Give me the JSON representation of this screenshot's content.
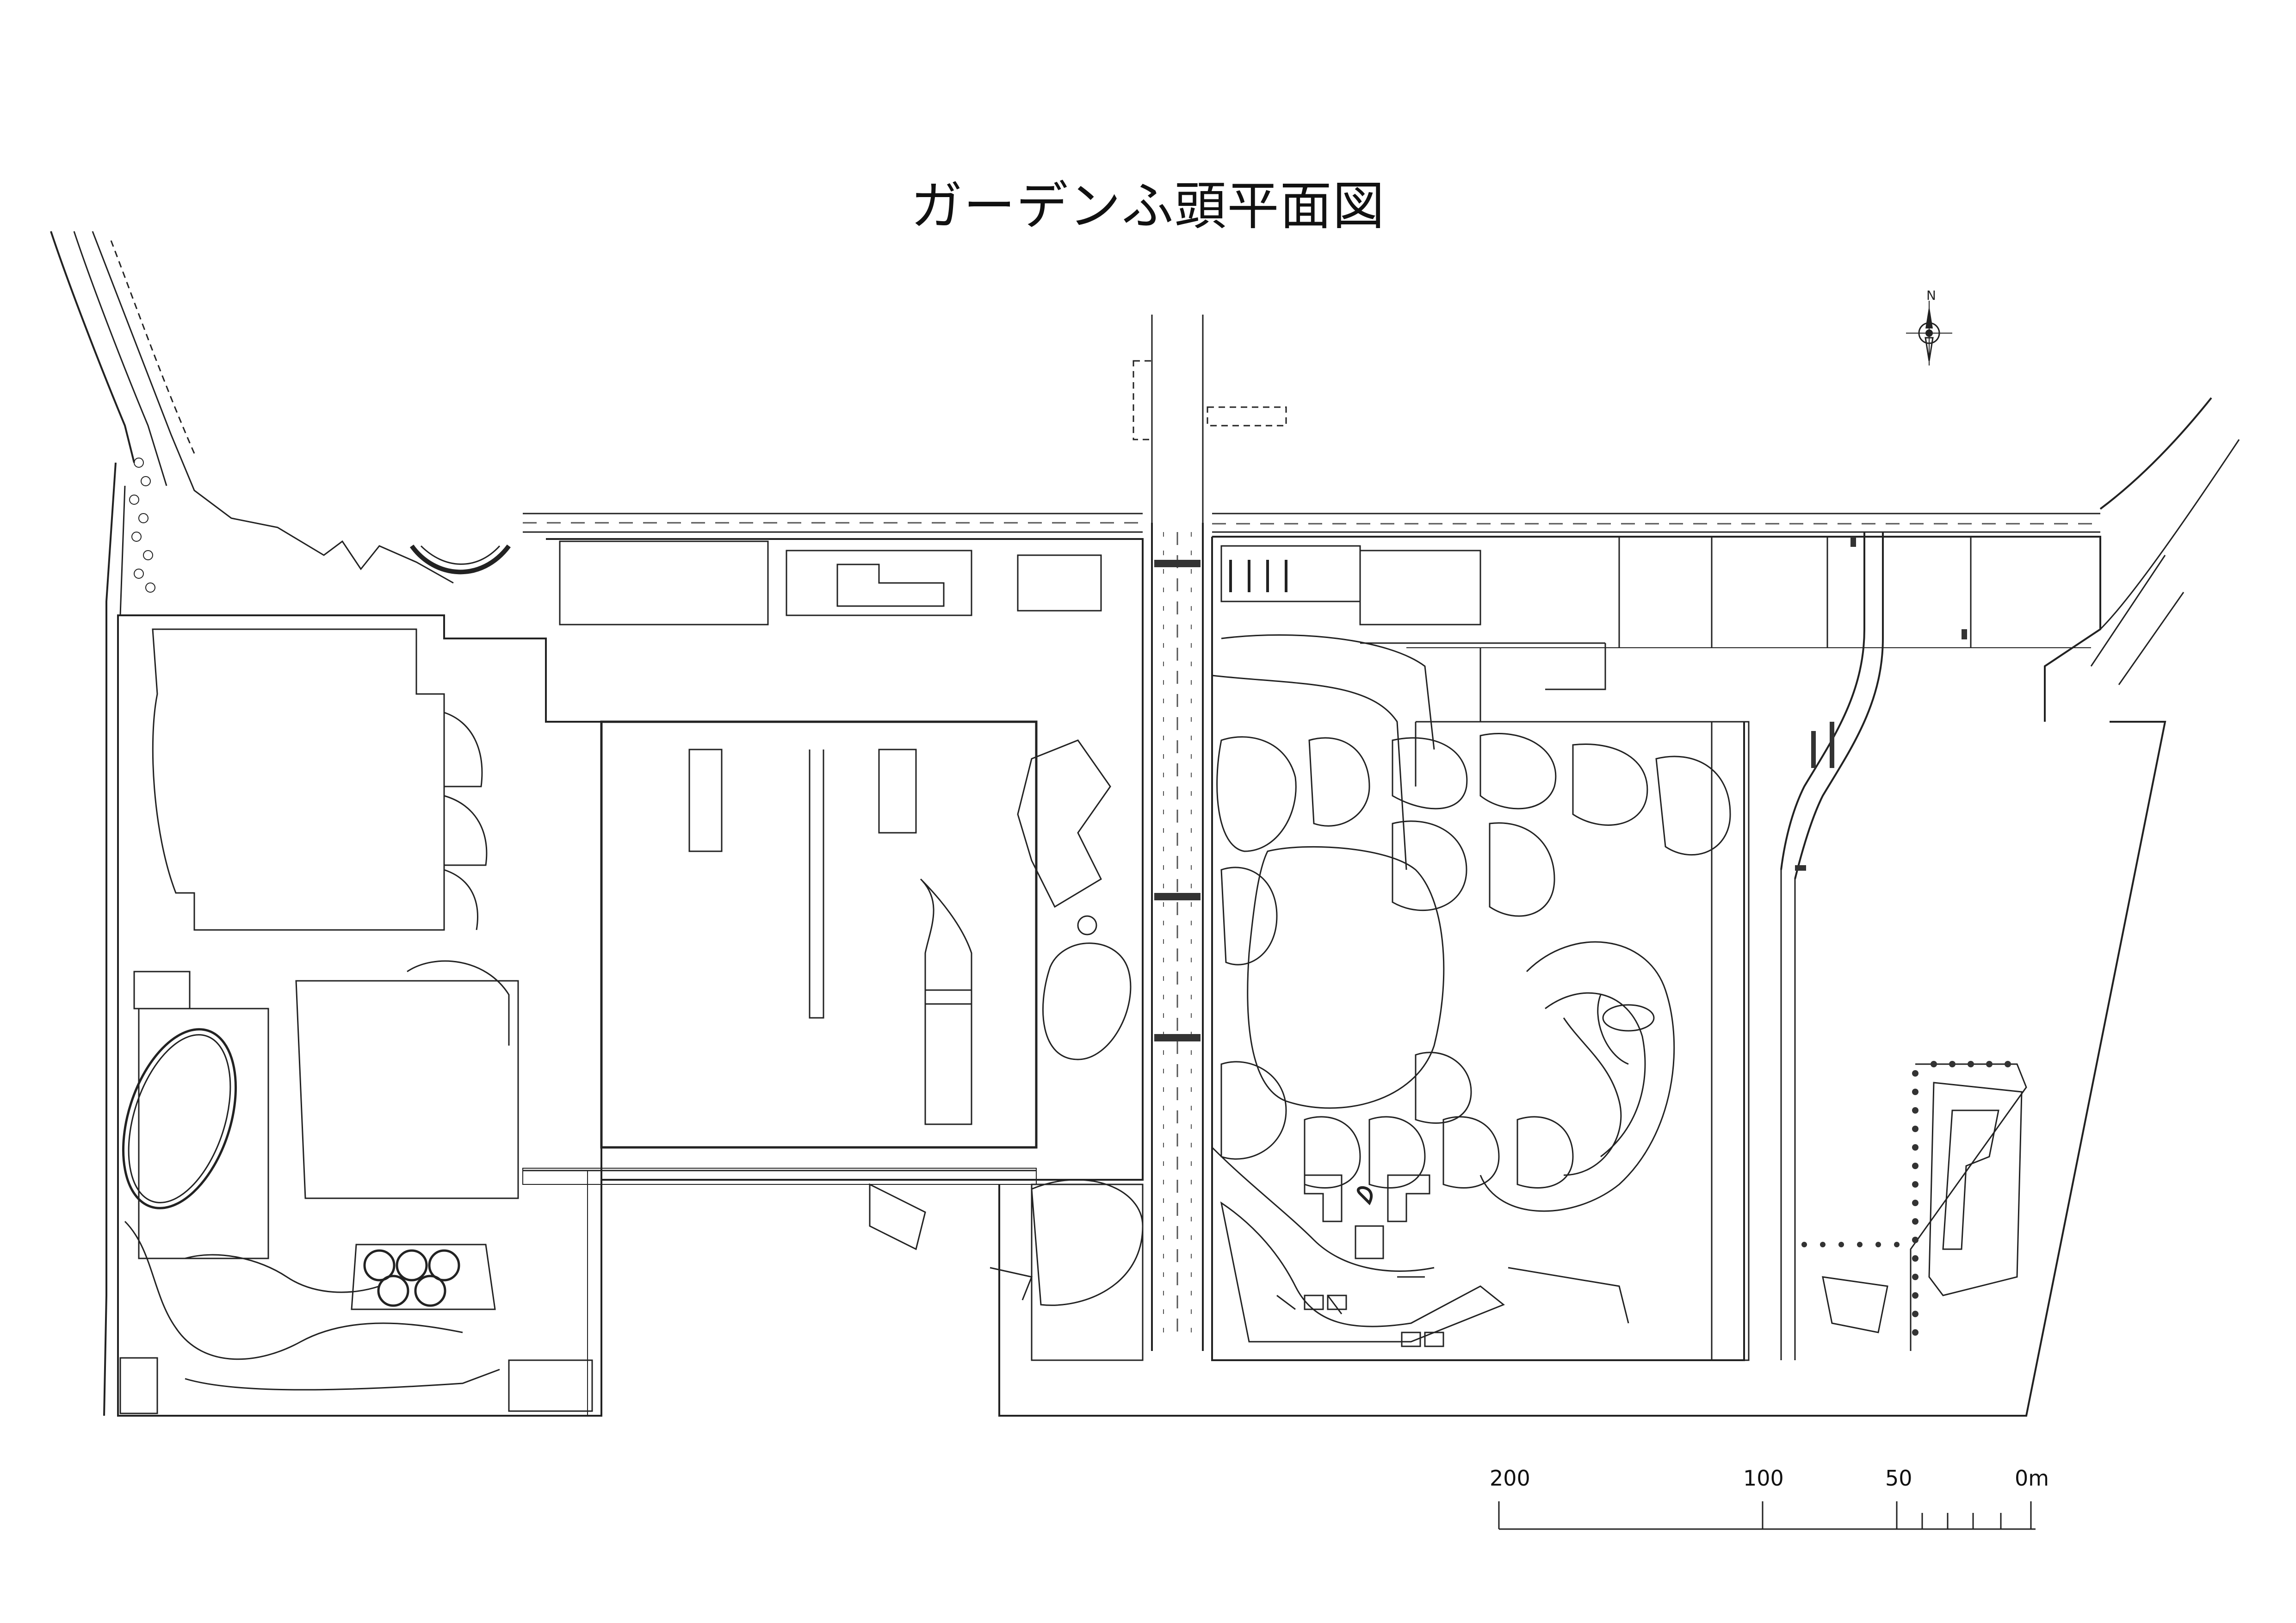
{
  "map": {
    "title": "ガーデンふ頭平面図",
    "north_label": "N",
    "scale_bar": {
      "labels": [
        "200",
        "100",
        "50",
        "0m"
      ],
      "unit": "m"
    },
    "colors": {
      "line": "#222222",
      "road_mark": "#555555",
      "dark_mark": "#333333"
    }
  }
}
